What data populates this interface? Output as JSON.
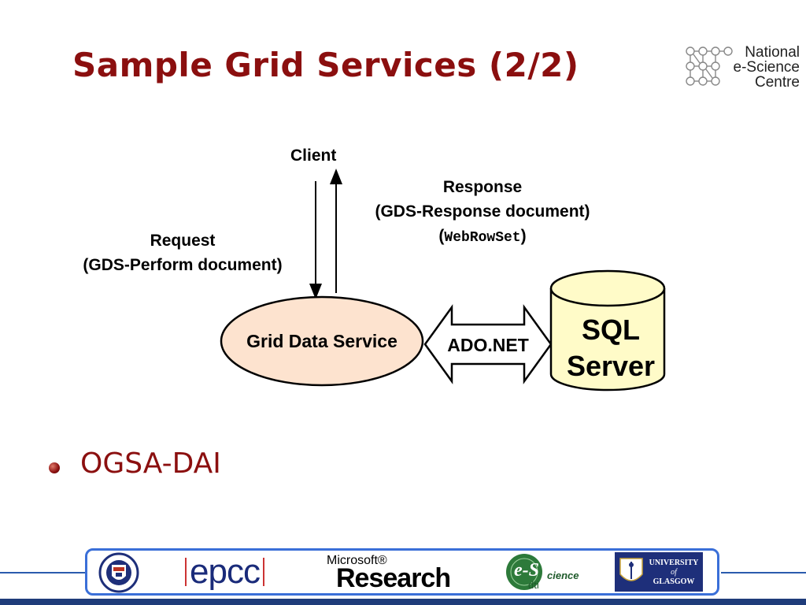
{
  "slide": {
    "title": "Sample Grid Services (2/2)"
  },
  "header_logo": {
    "line1": "National",
    "line2": "e-Science",
    "line3": "Centre"
  },
  "diagram": {
    "client_label": "Client",
    "request_line1": "Request",
    "request_line2": "(GDS-Perform document)",
    "response_line1": "Response",
    "response_line2": "(GDS-Response document)",
    "response_line3_open": "(",
    "response_line3_code": "WebRowSet",
    "response_line3_close": ")",
    "grid_data_service": "Grid Data Service",
    "ado_net": "ADO.NET",
    "sql_line1": "SQL",
    "sql_line2": "Server"
  },
  "bullets": [
    {
      "text": "OGSA-DAI"
    }
  ],
  "footer_logos": {
    "epcc": "epcc",
    "microsoft_small": "Microsoft®",
    "microsoft_big": "Research",
    "escience_main": "e-S",
    "escience_small": "cience",
    "escience_sub": "dti",
    "glasgow_line1": "UNIVERSITY",
    "glasgow_line2": "of",
    "glasgow_line3": "GLASGOW"
  },
  "colors": {
    "title": "#8b0f0f",
    "ellipse_fill": "#fde3cf",
    "cylinder_fill": "#fffbc8",
    "footer_blue": "#3a6fd8"
  }
}
